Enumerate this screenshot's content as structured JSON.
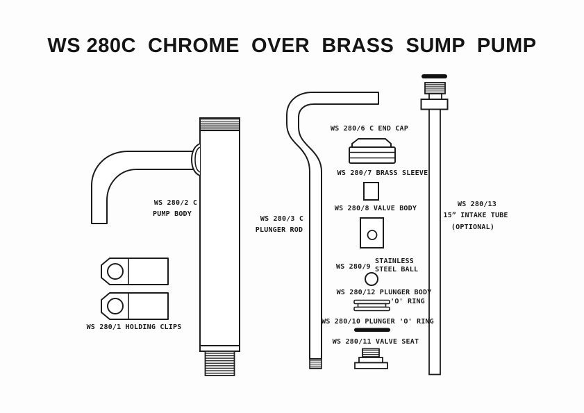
{
  "title": "WS 280C  CHROME  OVER  BRASS  SUMP  PUMP",
  "parts": {
    "pump_body": {
      "code": "WS 280/2 C",
      "name": "PUMP BODY"
    },
    "holding_clips": {
      "label": "WS 280/1 HOLDING CLIPS"
    },
    "plunger_rod": {
      "code": "WS 280/3 C",
      "name": "PLUNGER ROD"
    },
    "end_cap": {
      "label": "WS 280/6 C END CAP"
    },
    "brass_sleeve": {
      "label": "WS 280/7 BRASS SLEEVE"
    },
    "valve_body": {
      "label": "WS 280/8 VALVE BODY"
    },
    "steel_ball": {
      "code": "WS 280/9",
      "name_line1": "STAINLESS",
      "name_line2": "STEEL BALL"
    },
    "plunger_body_o_ring": {
      "line1": "WS 280/12 PLUNGER BODY",
      "line2": "'O' RING"
    },
    "plunger_o_ring": {
      "label": "WS 280/10 PLUNGER 'O' RING"
    },
    "valve_seat": {
      "label": "WS 280/11 VALVE SEAT"
    },
    "intake_tube": {
      "code": "WS 280/13",
      "name": "15” INTAKE TUBE",
      "note": "(OPTIONAL)"
    }
  },
  "colors": {
    "ink": "#1c1c1c",
    "background": "#fdfdfd"
  }
}
